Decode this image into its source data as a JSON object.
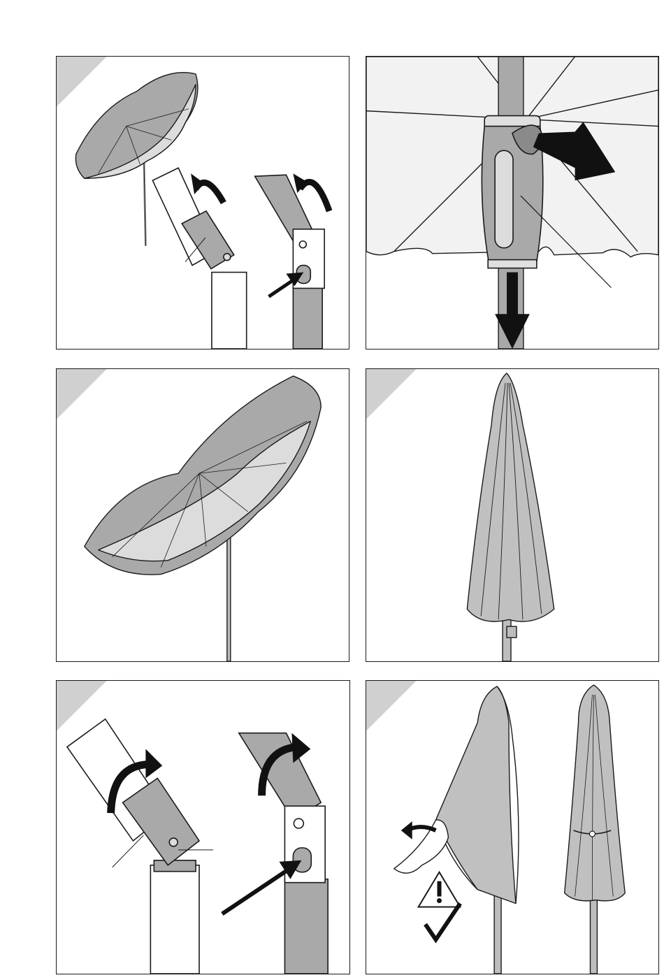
{
  "colors": {
    "outline": "#1a1a1a",
    "canopy_dark": "#a9a9a9",
    "canopy_light": "#dcdcdc",
    "pole": "#bdbdbd",
    "corner_tab": "#d0d0d0",
    "arrow": "#111111"
  },
  "panels": [
    {
      "id": "step-1",
      "scene": "tilted-umbrella-with-joint-details",
      "icons": [
        "umbrella-icon",
        "curved-arrow-icon",
        "push-arrow-icon"
      ]
    },
    {
      "id": "step-2",
      "scene": "release-button-and-slide-down",
      "icons": [
        "push-arrow-icon",
        "down-arrow-icon"
      ]
    },
    {
      "id": "step-3",
      "scene": "open-umbrella-tilted",
      "icons": [
        "umbrella-icon"
      ]
    },
    {
      "id": "step-4",
      "scene": "closed-umbrella",
      "icons": [
        "closed-umbrella-icon"
      ]
    },
    {
      "id": "step-5",
      "scene": "straighten-joint-details",
      "icons": [
        "curved-arrow-icon",
        "push-arrow-icon"
      ]
    },
    {
      "id": "step-6",
      "scene": "fold-and-tie-canopy",
      "icons": [
        "hand-icon",
        "warning-icon",
        "checkmark-icon",
        "tie-strap-icon"
      ]
    }
  ]
}
